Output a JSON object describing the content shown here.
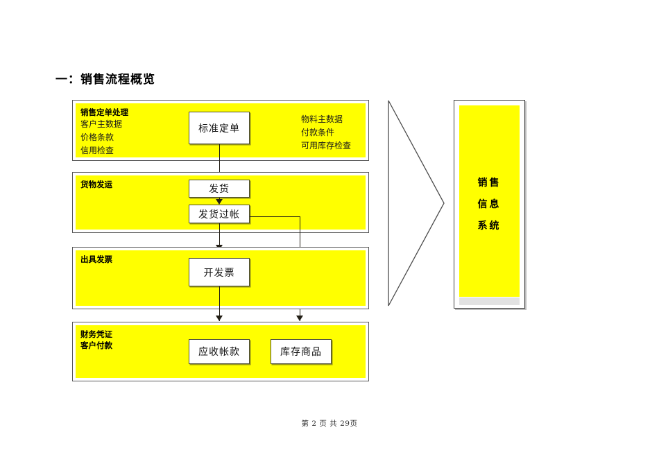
{
  "document": {
    "title": "一：销售流程概览",
    "footer": "第 2 页  共 29页"
  },
  "colors": {
    "panel_fill": "#ffff00",
    "panel_border": "#595959",
    "node_border": "#4a4a33",
    "connector": "#231f16",
    "sis_footer_strip": "#e2e2e2",
    "text": "#000000"
  },
  "stages": [
    {
      "id": "sales-order-processing",
      "header": "销售定单处理",
      "left_items": [
        "客户主数据",
        "价格条款",
        "信用检查"
      ],
      "right_items": [
        "物料主数据",
        "付款条件",
        "可用库存检查"
      ],
      "nodes": [
        "标准定单"
      ]
    },
    {
      "id": "goods-shipping",
      "header": "货物发运",
      "left_items": [],
      "right_items": [],
      "nodes": [
        "发货",
        "发货过帐"
      ]
    },
    {
      "id": "billing",
      "header": "出具发票",
      "left_items": [],
      "right_items": [],
      "nodes": [
        "开发票"
      ]
    },
    {
      "id": "financial-document",
      "header": "财务凭证",
      "header2": "客户付款",
      "left_items": [],
      "right_items": [],
      "nodes": [
        "应收帐款",
        "库存商品"
      ]
    }
  ],
  "nodes": {
    "standard_order": "标准定单",
    "delivery": "发货",
    "goods_issue": "发货过帐",
    "invoice": "开发票",
    "receivables": "应收帐款",
    "inventory_goods": "库存商品"
  },
  "sis_panel": {
    "line1": "销售",
    "line2": "信息",
    "line3": "系统"
  },
  "chevron": {
    "shape": "right-pointing-chevron-outline"
  }
}
